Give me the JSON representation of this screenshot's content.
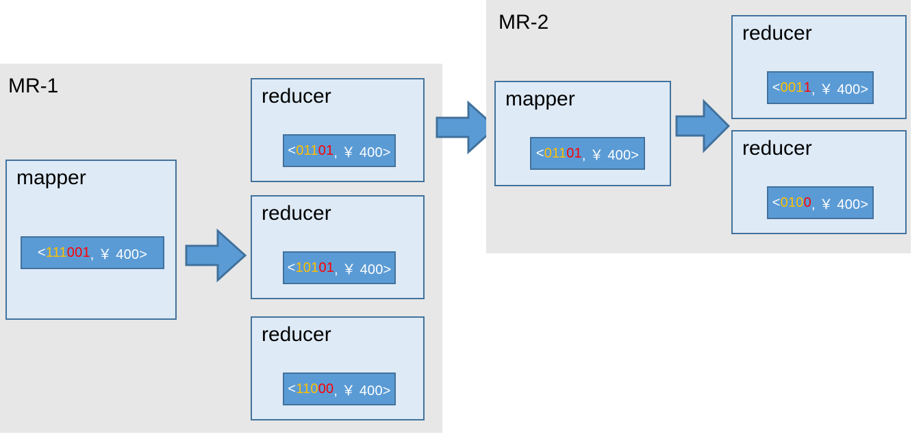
{
  "diagram": {
    "title_hidden": "",
    "colors": {
      "panel_bg": "#e7e7e7",
      "card_bg": "#deeaf6",
      "card_border": "#41719c",
      "kv_bg": "#5b9bd5",
      "kv_border": "#41719c",
      "digit_prefix": "#ffc000",
      "digit_suffix": "#ff0000",
      "text_white": "#ffffff",
      "arrow_fill": "#5b9bd5",
      "arrow_border": "#41719c"
    },
    "stages": [
      {
        "label": "MR-1",
        "mapper": {
          "title": "mapper",
          "kv": {
            "open": "<",
            "prefix": "111",
            "suffix": "001",
            "value": ", ￥ 400>"
          }
        },
        "arrow_name": "arrow-mapper-to-reducers",
        "reducers": [
          {
            "title": "reducer",
            "kv": {
              "open": "<",
              "prefix": "011",
              "suffix": "01",
              "value": ", ￥ 400>"
            }
          },
          {
            "title": "reducer",
            "kv": {
              "open": "<",
              "prefix": "101",
              "suffix": "01",
              "value": ", ￥ 400>"
            }
          },
          {
            "title": "reducer",
            "kv": {
              "open": "<",
              "prefix": "110",
              "suffix": "00",
              "value": ", ￥ 400>"
            }
          }
        ]
      },
      {
        "label": "MR-2",
        "mapper": {
          "title": "mapper",
          "kv": {
            "open": "<",
            "prefix": "011",
            "suffix": "01",
            "value": ", ￥ 400>"
          }
        },
        "arrow_name": "arrow-mapper-to-reducers",
        "reducers": [
          {
            "title": "reducer",
            "kv": {
              "open": "<",
              "prefix": "001",
              "suffix": "1",
              "value": ", ￥ 400>"
            }
          },
          {
            "title": "reducer",
            "kv": {
              "open": "<",
              "prefix": "010",
              "suffix": "0",
              "value": ", ￥ 400>"
            }
          }
        ]
      }
    ],
    "stage_connector_name": "arrow-mr1-to-mr2"
  }
}
